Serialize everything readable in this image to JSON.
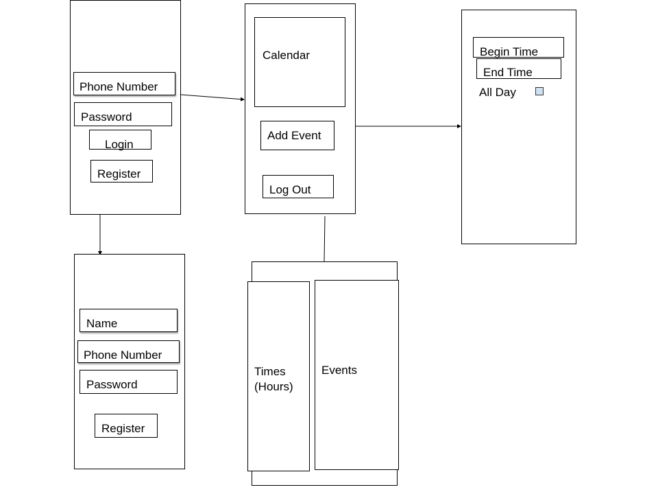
{
  "login_screen": {
    "phone_field": "Phone Number",
    "password_field": "Password",
    "login_button": "Login",
    "register_button": "Register"
  },
  "register_screen": {
    "name_field": "Name",
    "phone_field": "Phone Number",
    "password_field": "Password",
    "register_button": "Register"
  },
  "home_screen": {
    "calendar": "Calendar",
    "add_event_button": "Add Event",
    "logout_button": "Log Out"
  },
  "day_screen": {
    "times_column_line1": "Times",
    "times_column_line2": "(Hours)",
    "events_column": "Events"
  },
  "event_screen": {
    "begin_time_field": "Begin Time",
    "end_time_field": "End Time",
    "all_day_label": "All Day",
    "all_day_checkbox_color": "#cfe2f3"
  }
}
